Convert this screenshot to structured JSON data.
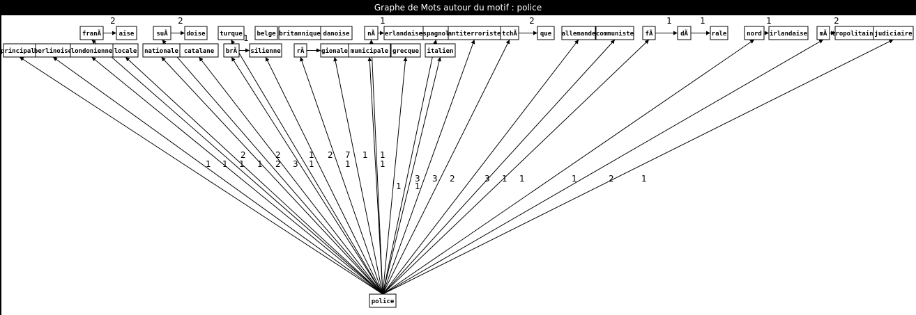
{
  "window": {
    "title": "Graphe de Mots autour du motif : police"
  },
  "nodes": [
    {
      "id": "fran",
      "text": "franÃ"
    },
    {
      "id": "aise",
      "text": "aise"
    },
    {
      "id": "su",
      "text": "suÃ"
    },
    {
      "id": "doise",
      "text": "doise"
    },
    {
      "id": "turque",
      "text": "turque"
    },
    {
      "id": "belge",
      "text": "belge"
    },
    {
      "id": "britannique",
      "text": "britannique"
    },
    {
      "id": "danoise",
      "text": "danoise"
    },
    {
      "id": "n",
      "text": "nÃ"
    },
    {
      "id": "erlandaise",
      "text": "erlandaise"
    },
    {
      "id": "espagnole",
      "text": "espagnole"
    },
    {
      "id": "antiterroriste",
      "text": "antiterroriste"
    },
    {
      "id": "tch",
      "text": "tchÃ"
    },
    {
      "id": "que",
      "text": "que"
    },
    {
      "id": "allemande",
      "text": "allemande"
    },
    {
      "id": "communiste",
      "text": "communiste"
    },
    {
      "id": "f",
      "text": "fÃ"
    },
    {
      "id": "d",
      "text": "dÃ"
    },
    {
      "id": "rale",
      "text": "rale"
    },
    {
      "id": "nord",
      "text": "nord"
    },
    {
      "id": "irlandaise",
      "text": "irlandaise"
    },
    {
      "id": "m",
      "text": "mÃ"
    },
    {
      "id": "tropolitaine",
      "text": "tropolitaine"
    },
    {
      "id": "judiciaire",
      "text": "judiciaire"
    },
    {
      "id": "principale",
      "text": "principale"
    },
    {
      "id": "berlinoise",
      "text": "berlinoise"
    },
    {
      "id": "londonienne",
      "text": "londonienne"
    },
    {
      "id": "locale",
      "text": "locale"
    },
    {
      "id": "nationale",
      "text": "nationale"
    },
    {
      "id": "catalane",
      "text": "catalane"
    },
    {
      "id": "br",
      "text": "brÃ"
    },
    {
      "id": "silienne",
      "text": "silienne"
    },
    {
      "id": "r",
      "text": "rÃ"
    },
    {
      "id": "gionale",
      "text": "gionale"
    },
    {
      "id": "municipale",
      "text": "municipale"
    },
    {
      "id": "grecque",
      "text": "grecque"
    },
    {
      "id": "italien",
      "text": "italien"
    },
    {
      "id": "police",
      "text": "police"
    }
  ],
  "chain_edges": [
    {
      "from": "fran",
      "to": "aise",
      "label": "2"
    },
    {
      "from": "su",
      "to": "doise",
      "label": "2"
    },
    {
      "from": "br",
      "to": "silienne",
      "label": "1"
    },
    {
      "from": "r",
      "to": "gionale",
      "label": ""
    },
    {
      "from": "n",
      "to": "erlandaise",
      "label": "1"
    },
    {
      "from": "tch",
      "to": "que",
      "label": "2"
    },
    {
      "from": "f",
      "to": "d",
      "label": "1"
    },
    {
      "from": "d",
      "to": "rale",
      "label": "1"
    },
    {
      "from": "nord",
      "to": "irlandaise",
      "label": "1"
    },
    {
      "from": "m",
      "to": "tropolitaine",
      "label": "2"
    }
  ],
  "root_edges": [
    {
      "to": "principale",
      "label": "1"
    },
    {
      "to": "berlinoise",
      "label": "1"
    },
    {
      "to": "londonienne",
      "label": "1"
    },
    {
      "to": "locale",
      "label": "1"
    },
    {
      "to": "nationale",
      "label": "2"
    },
    {
      "to": "catalane",
      "label": "3"
    },
    {
      "to": "fran",
      "label": "2"
    },
    {
      "to": "su",
      "label": "2"
    },
    {
      "to": "turque",
      "label": "1"
    },
    {
      "to": "br",
      "label": "1"
    },
    {
      "to": "silienne",
      "label": "2"
    },
    {
      "to": "r",
      "label": "7"
    },
    {
      "to": "gionale",
      "label": "1"
    },
    {
      "to": "n",
      "label": "1"
    },
    {
      "to": "municipale",
      "label": "1"
    },
    {
      "to": "grecque",
      "label": "1"
    },
    {
      "to": "espagnole",
      "label": "3"
    },
    {
      "to": "italien",
      "label": "3"
    },
    {
      "to": "antiterroriste",
      "label": "2"
    },
    {
      "to": "tch",
      "label": "3"
    },
    {
      "to": "allemande",
      "label": "1"
    },
    {
      "to": "communiste",
      "label": "1"
    },
    {
      "to": "f",
      "label": "1"
    },
    {
      "to": "nord",
      "label": "2"
    },
    {
      "to": "m",
      "label": "1"
    },
    {
      "to": "judiciaire",
      "label": ""
    }
  ],
  "extra_counts": [
    "1",
    "1"
  ]
}
